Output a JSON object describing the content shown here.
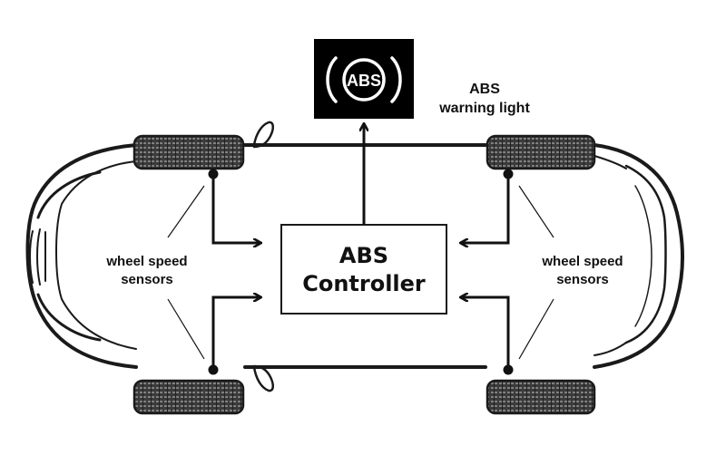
{
  "warning_light": {
    "icon_text": "ABS",
    "caption_line1": "ABS",
    "caption_line2": "warning light"
  },
  "controller": {
    "line1": "ABS",
    "line2": "Controller"
  },
  "sensors_left": {
    "line1": "wheel speed",
    "line2": "sensors"
  },
  "sensors_right": {
    "line1": "wheel speed",
    "line2": "sensors"
  },
  "colors": {
    "ink": "#111111",
    "background": "#ffffff",
    "icon_bg": "#000000"
  }
}
